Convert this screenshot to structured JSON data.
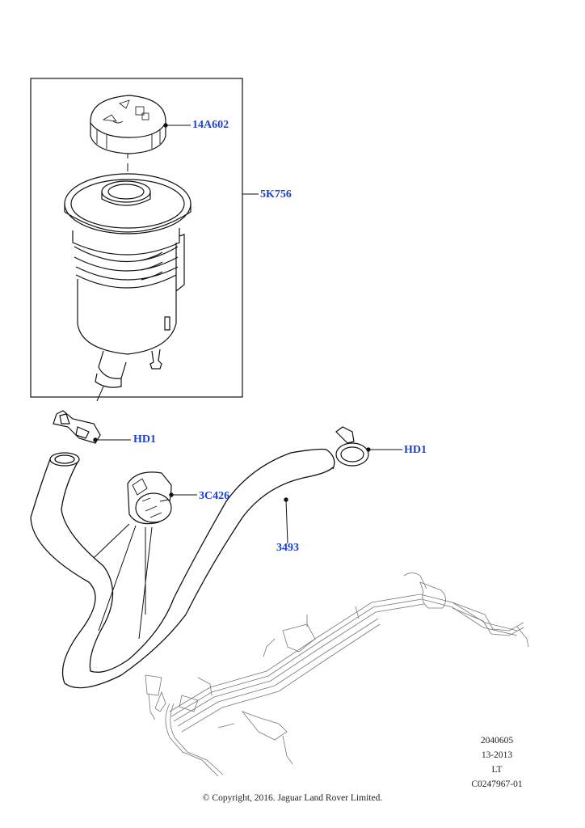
{
  "labels": {
    "cap": "14A602",
    "reservoir": "5K756",
    "clamp_left": "HD1",
    "clamp_right": "HD1",
    "sleeve": "3C426",
    "hose": "3493"
  },
  "reference": {
    "line1": "2040605",
    "line2": "13-2013",
    "line3": "LT",
    "line4": "C0247967-01"
  },
  "copyright": "© Copyright, 2016. Jaguar Land Rover Limited.",
  "colors": {
    "label": "#1c3fd4",
    "line": "#111111",
    "light_line": "#666666"
  }
}
